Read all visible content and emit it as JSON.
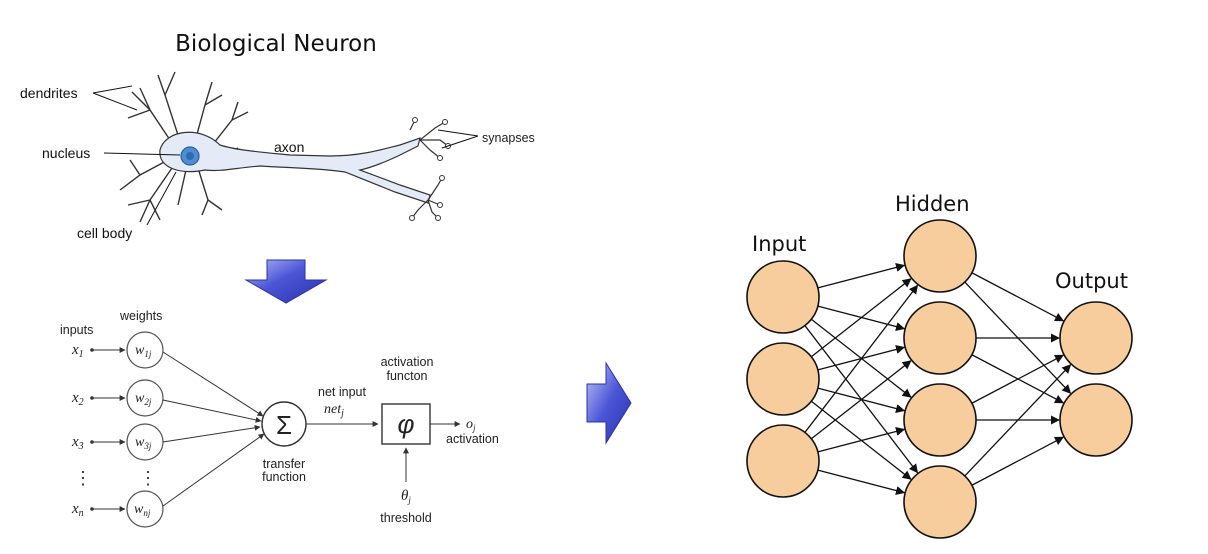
{
  "biological": {
    "title": "Biological Neuron",
    "labels": {
      "dendrites": "dendrites",
      "nucleus": "nucleus",
      "cell_body": "cell body",
      "axon": "axon",
      "synapses": "synapses"
    }
  },
  "perceptron": {
    "inputs_label": "inputs",
    "weights_label": "weights",
    "inputs": [
      "x",
      "x",
      "x",
      "x"
    ],
    "input_subscripts": [
      "1",
      "2",
      "3",
      "n"
    ],
    "weights": [
      "w",
      "w",
      "w",
      "w"
    ],
    "weight_subscripts": [
      "1j",
      "2j",
      "3j",
      "nj"
    ],
    "ellipsis": "⋮",
    "sum_symbol": "Σ",
    "transfer_label_1": "transfer",
    "transfer_label_2": "function",
    "net_input_label": "net input",
    "net_symbol": "net",
    "net_subscript": "j",
    "activation_label_1": "activation",
    "activation_label_2": "functon",
    "phi_symbol": "φ",
    "output_symbol": "o",
    "output_subscript": "j",
    "output_label": "activation",
    "threshold_symbol": "θ",
    "threshold_subscript": "j",
    "threshold_label": "threshold"
  },
  "network": {
    "input_label": "Input",
    "hidden_label": "Hidden",
    "output_label": "Output",
    "node_fill": "#F7CD9E",
    "node_stroke": "#111111",
    "input_nodes": 3,
    "hidden_nodes": 4,
    "output_nodes": 2
  },
  "colors": {
    "arrow_fill": "#3A43C8",
    "arrow_highlight": "#A9B0F2",
    "neuron_fill": "#E4EBF6",
    "neuron_stroke": "#333333",
    "nucleus_fill": "#4C8ED1"
  }
}
